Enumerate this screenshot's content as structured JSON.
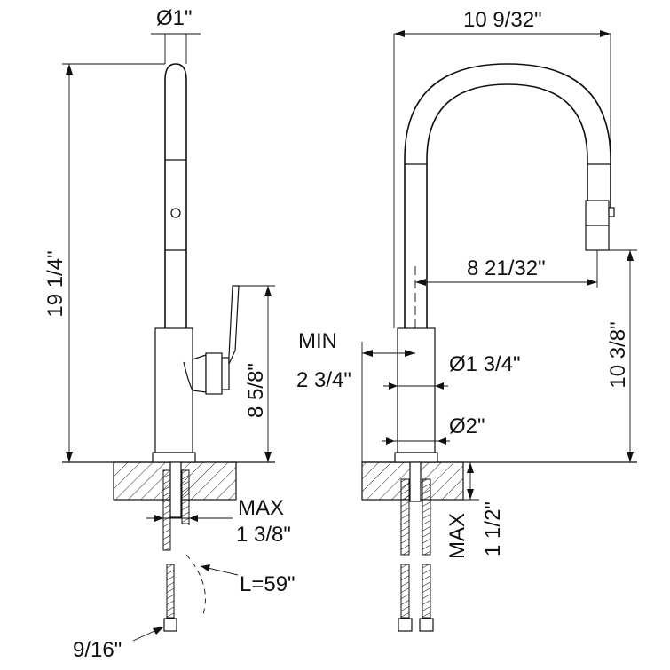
{
  "drawing": {
    "side_view": {
      "spout_diameter": "Ø1\"",
      "overall_height": "19 1/4\"",
      "handle_height": "8 5/8\"",
      "max_deck_label": "MAX",
      "max_deck_value": "1 3/8\"",
      "hose_length": "L=59\"",
      "connector_size": "9/16\""
    },
    "front_view": {
      "reach_overall": "10 9/32\"",
      "reach_spout": "8 21/32\"",
      "spout_clearance": "10 3/8\"",
      "min_label": "MIN",
      "min_value": "2 3/4\"",
      "body_diameter": "Ø1 3/4\"",
      "base_diameter": "Ø2\"",
      "max_label": "MAX",
      "max_value": "1 1/2\""
    }
  }
}
